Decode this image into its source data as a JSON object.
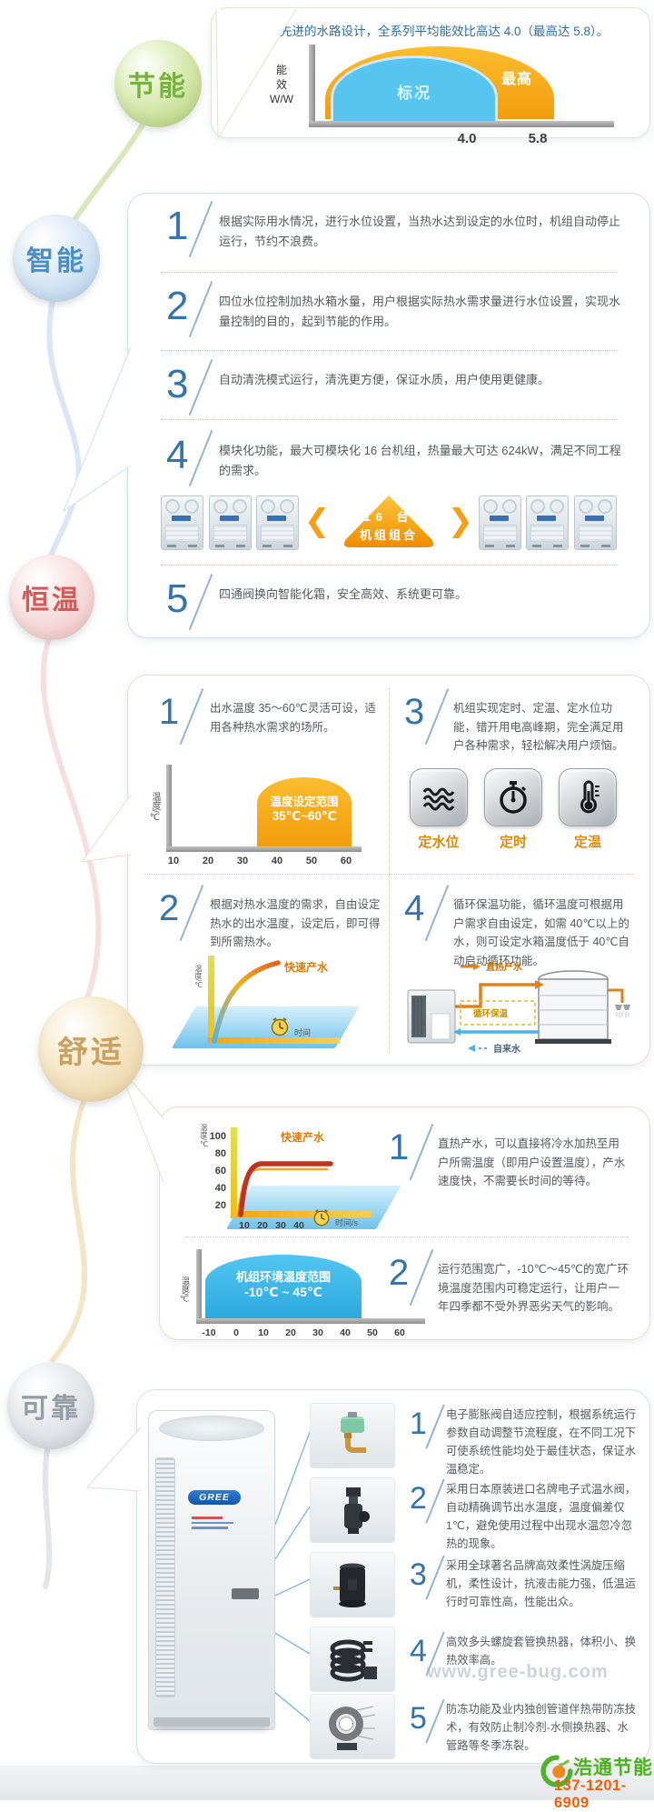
{
  "bubbles": {
    "energy": "节能",
    "smart": "智能",
    "constant": "恒温",
    "comfort": "舒适",
    "reliable": "可靠"
  },
  "energy": {
    "headline": "采用先进的水路设计，全系列平均能效比高达 4.0（最高达 5.8）。",
    "chart": {
      "type": "bar",
      "ylabel_lines": [
        "能",
        "效",
        "W/W"
      ],
      "series": [
        {
          "name": "标况",
          "value": 4.0,
          "color": "#58c4f0"
        },
        {
          "name": "最高",
          "value": 5.8,
          "color": "#f5a623"
        }
      ],
      "xticks": [
        "4.0",
        "5.8"
      ]
    }
  },
  "smart": {
    "p1": {
      "num": "1",
      "text": "根据实际用水情况，进行水位设置，当热水达到设定的水位时，机组自动停止运行，节约不浪费。"
    },
    "p2": {
      "num": "2",
      "text": "四位水位控制加热水箱水量，用户根据实际热水需求量进行水位设置，实现水量控制的目的，起到节能的作用。"
    },
    "p3": {
      "num": "3",
      "text": "自动清洗模式运行，清洗更方便，保证水质，用户使用更健康。"
    },
    "p4": {
      "num": "4",
      "text": "模块化功能，最大可模块化 16 台机组，热量最大可达 624kW，满足不同工程的需求。"
    },
    "p5": {
      "num": "5",
      "text": "四通阀换向智能化霜，安全高效、系统更可靠。"
    },
    "badge": {
      "line1": "16 台",
      "line2": "机组组合"
    }
  },
  "constant": {
    "p1": {
      "num": "1",
      "text": "出水温度 35～60℃灵活可设，适用各种热水需求的场所。",
      "chart": {
        "type": "bar",
        "ylabel": "温度/℃",
        "block_label1": "温度设定范围",
        "block_label2": "35℃~60℃",
        "xticks": [
          "10",
          "20",
          "30",
          "40",
          "50",
          "60"
        ],
        "range_c": [
          35,
          60
        ]
      }
    },
    "p2": {
      "num": "2",
      "text": "根据对热水温度的需求，自由设定热水的出水温度，设定后，即可得到所需热水。",
      "chart": {
        "type": "line",
        "ylabel": "温度/℃",
        "curve_label": "快速产水",
        "xlabel": "时间"
      }
    },
    "p3": {
      "num": "3",
      "text": "机组实现定时、定温、定水位功能，错开用电高峰期，完全满足用户各种需求，轻松解决用户烦恼。",
      "icons": [
        {
          "icon": "water-level",
          "label": "定水位"
        },
        {
          "icon": "timer",
          "label": "定时"
        },
        {
          "icon": "thermometer",
          "label": "定温"
        }
      ]
    },
    "p4": {
      "num": "4",
      "text": "循环保温功能，循环温度可根据用户需求自由设定，如需 40℃以上的水，则可设定水箱温度低于 40℃自动启动循环功能。",
      "diagram": {
        "label_hot": "直热产水",
        "label_loop": "循环保温",
        "label_tap": "自来水"
      }
    }
  },
  "comfort": {
    "p1": {
      "num": "1",
      "text": "直热产水，可以直接将冷水加热至用户所需温度（即用户设置温度），产水速度快，不需要长时间的等待。",
      "chart": {
        "type": "line",
        "ylabel": "温度/℃",
        "yticks": [
          "100",
          "80",
          "60",
          "40",
          "20"
        ],
        "curve_label": "快速产水",
        "xticks": [
          "10",
          "20",
          "30",
          "40"
        ],
        "xlabel": "时间/s"
      }
    },
    "p2": {
      "num": "2",
      "text": "运行范围宽广，-10℃～45℃的宽广环境温度范围内可稳定运行，让用户一年四季都不受外界恶劣天气的影响。",
      "chart": {
        "type": "bar",
        "ylabel": "温度/℃",
        "block_label1": "机组环境温度范围",
        "block_label2": "-10℃ ~ 45℃",
        "xticks": [
          "-10",
          "0",
          "10",
          "20",
          "30",
          "40",
          "50",
          "60"
        ],
        "range_c": [
          -10,
          45
        ]
      }
    }
  },
  "reliable": {
    "brand": "GREE",
    "items": [
      {
        "num": "1",
        "image": "electronic-expansion-valve",
        "text": "电子膨胀阀自适应控制，根据系统运行参数自动调整节流程度，在不同工况下可使系统性能均处于最佳状态，保证水温稳定。"
      },
      {
        "num": "2",
        "image": "electronic-water-valve",
        "text": "采用日本原装进口名牌电子式温水阀，自动精确调节出水温度，温度偏差仅1℃，避免使用过程中出现水温忽冷忽热的现象。"
      },
      {
        "num": "3",
        "image": "scroll-compressor",
        "text": "采用全球著名品牌高效柔性涡旋压缩机，柔性设计，抗液击能力强，低温运行时可靠性高，性能出众。"
      },
      {
        "num": "4",
        "image": "spiral-tube-heat-exchanger",
        "text": "高效多头螺旋套管换热器，体积小、换热效率高。"
      },
      {
        "num": "5",
        "image": "antifreeze-pipe-section",
        "text": "防冻功能及业内独创管道伴热带防冻技术，有效防止制冷剂-水侧换热器、水管路等冬季冻裂。"
      }
    ]
  },
  "footer": {
    "watermark": "www.gree-bug.com",
    "brand_name": "浩通节能",
    "phone": "137-1201-6909"
  },
  "colors": {
    "headline_blue": "#2e6da4",
    "number_blue": "#3374ad",
    "orange": "#f5a623",
    "bar_blue": "#58c4f0",
    "brand_green": "#4db023",
    "phone_orange": "#f75c03"
  }
}
